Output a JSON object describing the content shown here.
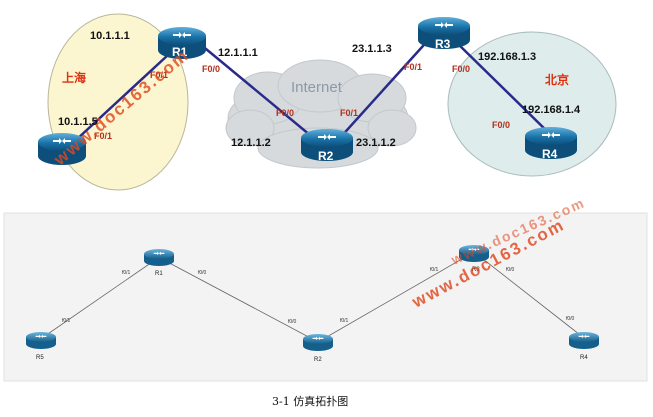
{
  "top": {
    "regions": {
      "shanghai": "上海",
      "beijing": "北京",
      "internet": "Internet"
    },
    "routers": {
      "r1": "R1",
      "r2": "R2",
      "r3": "R3",
      "r4": "R4"
    },
    "ips": {
      "r1_left": "10.1.1.1",
      "r5": "10.1.1.5",
      "r1_right": "12.1.1.1",
      "r2_left": "12.1.1.2",
      "r2_right": "23.1.1.2",
      "r3_left": "23.1.1.3",
      "r3_right": "192.168.1.3",
      "r4": "192.168.1.4"
    },
    "ports": {
      "r1_f01": "F0/1",
      "r1_f00": "F0/0",
      "r5_f01": "F0/1",
      "r2_f00": "F0/0",
      "r2_f01": "F0/1",
      "r3_f01": "F0/1",
      "r3_f00": "F0/0",
      "r4_f00": "F0/0"
    }
  },
  "bottom": {
    "routers": {
      "r1": "R1",
      "r2": "R2",
      "r3": "R3",
      "r4": "R4",
      "r5": "R5"
    },
    "ports": {
      "r5_p": "f0/1",
      "r1_a": "f0/1",
      "r1_b": "f0/0",
      "r2_a": "f0/0",
      "r2_b": "f0/1",
      "r3_a": "f0/1",
      "r3_b": "f0/0",
      "r4_p": "f0/0"
    }
  },
  "watermarks": {
    "w1": "www.doc163.com",
    "w2": "www.doc163.com",
    "w3": "www.doc163.com"
  },
  "caption": "3-1  仿真拓扑图",
  "colors": {
    "link": "#2a2a8a",
    "router": "#1a73a8",
    "shanghai_bg": "#fbf6cf",
    "beijing_bg": "#deeceb",
    "cloud": "#d6dadd",
    "watermark": "#e0481e"
  }
}
